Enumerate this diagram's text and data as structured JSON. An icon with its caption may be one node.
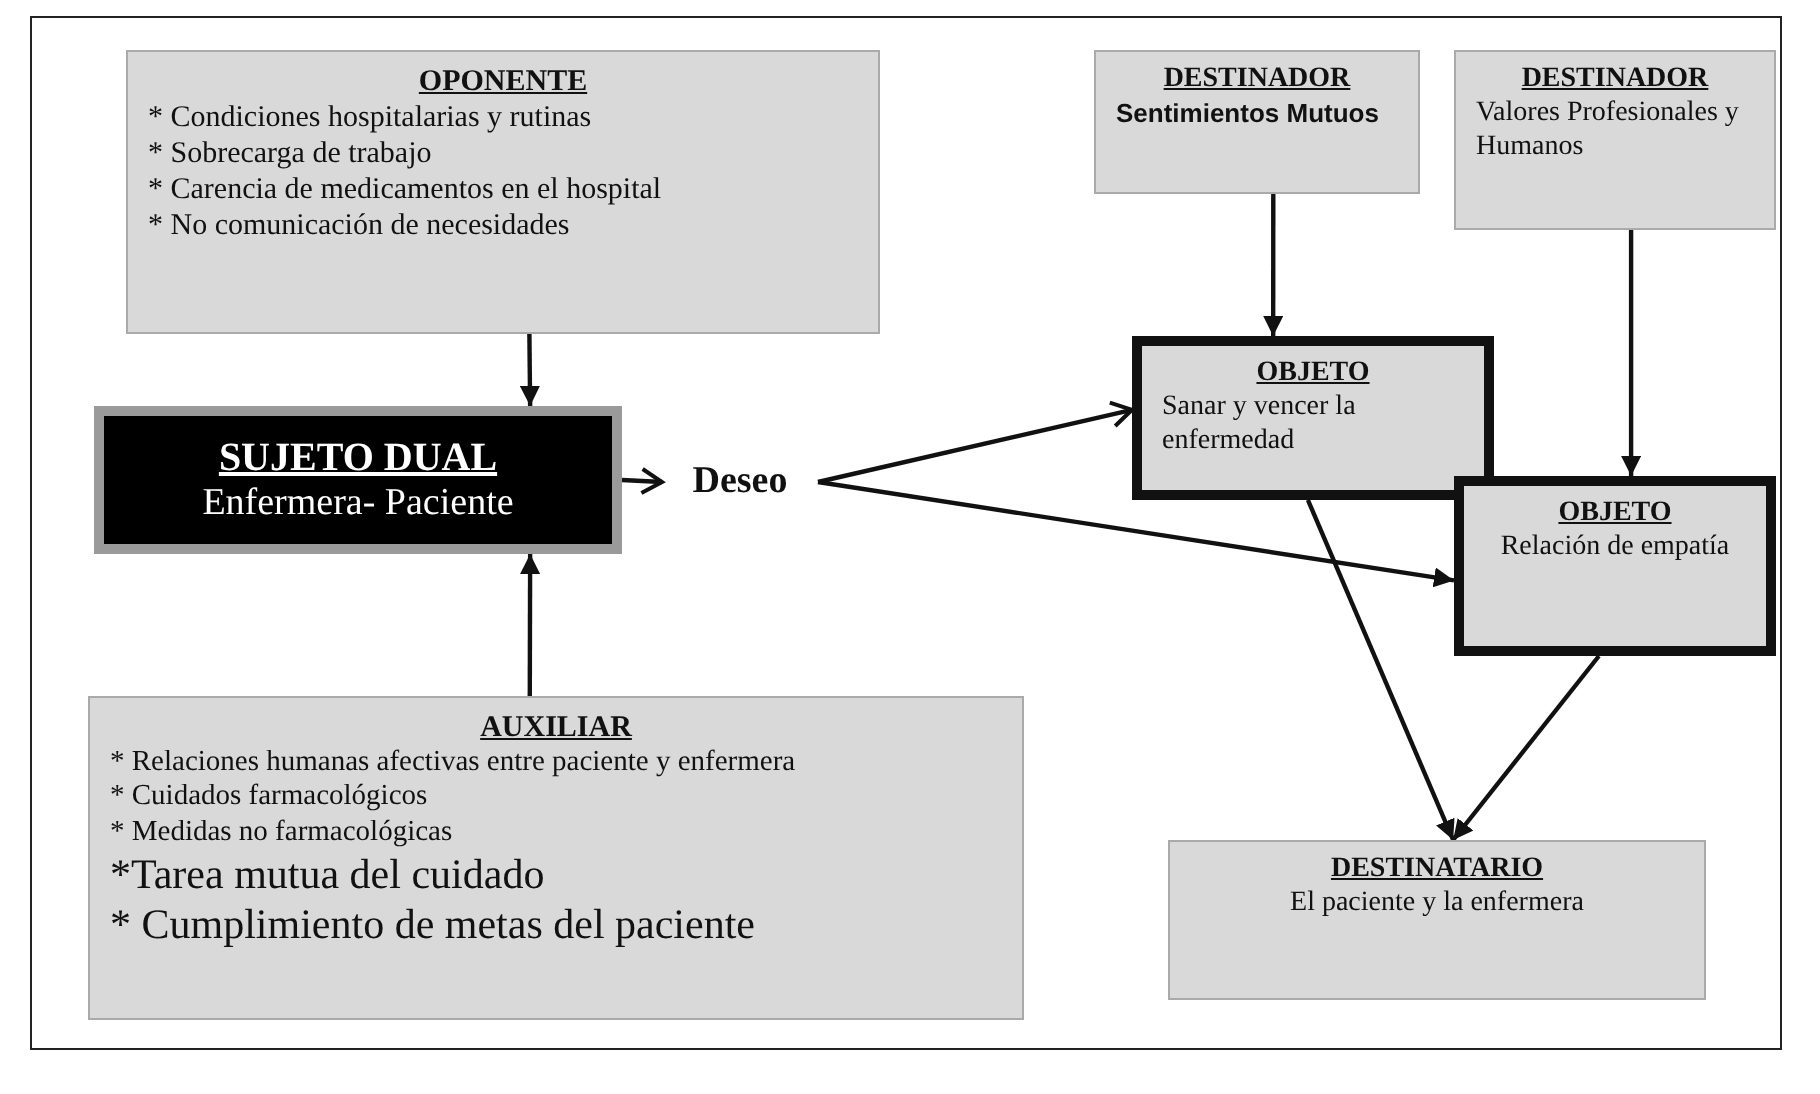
{
  "diagram": {
    "nodes": [
      {
        "text": [
          "OPONENTE",
          "* Condiciones hospitalarias y rutinas",
          "* Sobrecarga de trabajo",
          "* Carencia de medicamentos en el hospital",
          "* No comunicación de necesidades"
        ]
      },
      {
        "text": [
          "SUJETO DUAL",
          "Enfermera- Paciente"
        ]
      },
      {
        "text": [
          "Deseo"
        ]
      },
      {
        "text": [
          "AUXILIAR",
          "* Relaciones humanas afectivas entre paciente y enfermera",
          "* Cuidados farmacológicos",
          "* Medidas no farmacológicas",
          "*Tarea mutua del cuidado",
          "* Cumplimiento de metas del paciente"
        ]
      },
      {
        "text": [
          "DESTINADOR",
          "Sentimientos Mutuos"
        ]
      },
      {
        "text": [
          "DESTINADOR",
          "Valores Profesionales y Humanos"
        ]
      },
      {
        "text": [
          "OBJETO",
          "Sanar y vencer la enfermedad"
        ]
      },
      {
        "text": [
          "OBJETO",
          "Relación de empatía"
        ]
      },
      {
        "text": [
          "DESTINATARIO",
          "El paciente y la enfermera"
        ]
      }
    ],
    "edges": [
      {
        "from": 0,
        "to": 1,
        "arrow": "to"
      },
      {
        "from": 3,
        "to": 1,
        "arrow": "to"
      },
      {
        "from": 1,
        "to": 2,
        "arrow": "to"
      },
      {
        "from": 2,
        "to": 6,
        "arrow": "to"
      },
      {
        "from": 2,
        "to": 7,
        "arrow": "to"
      },
      {
        "from": 4,
        "to": 6,
        "arrow": "to"
      },
      {
        "from": 5,
        "to": 7,
        "arrow": "to"
      },
      {
        "from": 6,
        "to": 8,
        "arrow": "to"
      },
      {
        "from": 7,
        "to": 8,
        "arrow": "to"
      }
    ]
  }
}
